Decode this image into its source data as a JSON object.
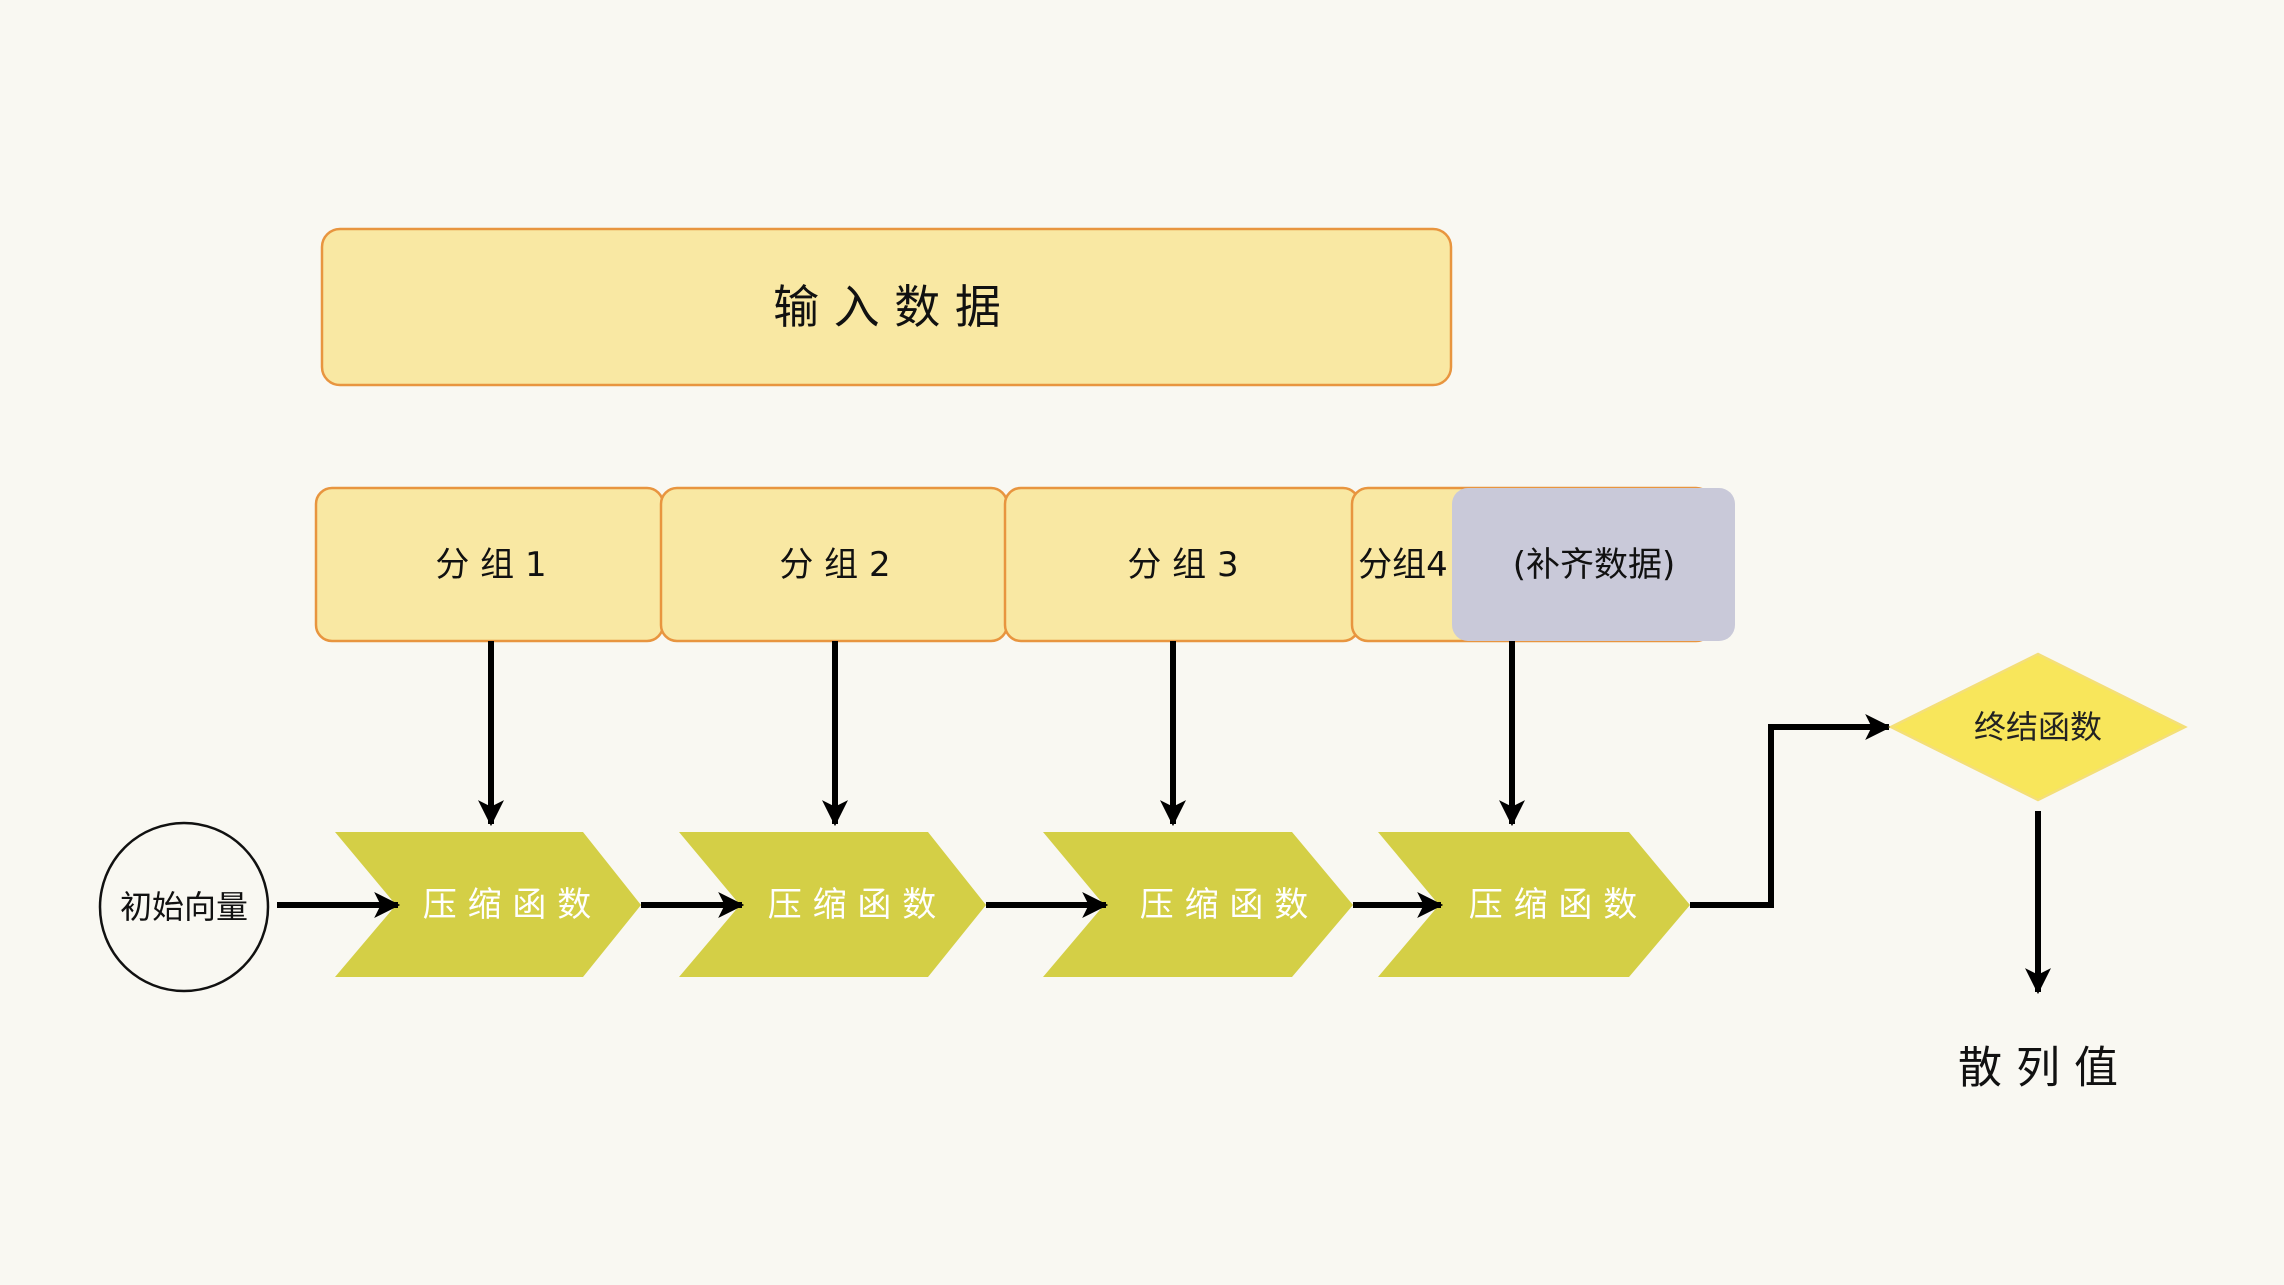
{
  "diagram": {
    "input_data_label": "输 入 数 据",
    "groups": [
      {
        "label": "分 组 1"
      },
      {
        "label": "分 组 2"
      },
      {
        "label": "分 组 3"
      },
      {
        "label": "分组4"
      }
    ],
    "padding_label": "(补齐数据)",
    "init_vector_label": "初始向量",
    "compress_labels": [
      "压 缩 函 数",
      "压 缩 函 数",
      "压 缩 函 数",
      "压 缩 函 数"
    ],
    "finalize_label": "终结函数",
    "output_label": "散 列 值"
  },
  "colors": {
    "background": "#f9f8f2",
    "box_fill": "#f9e8a3",
    "padding_fill": "#c9c9d9",
    "chevron_fill": "#d4cf46",
    "diamond_fill": "#f8e65b",
    "circle_fill": "#f9f8f2"
  }
}
